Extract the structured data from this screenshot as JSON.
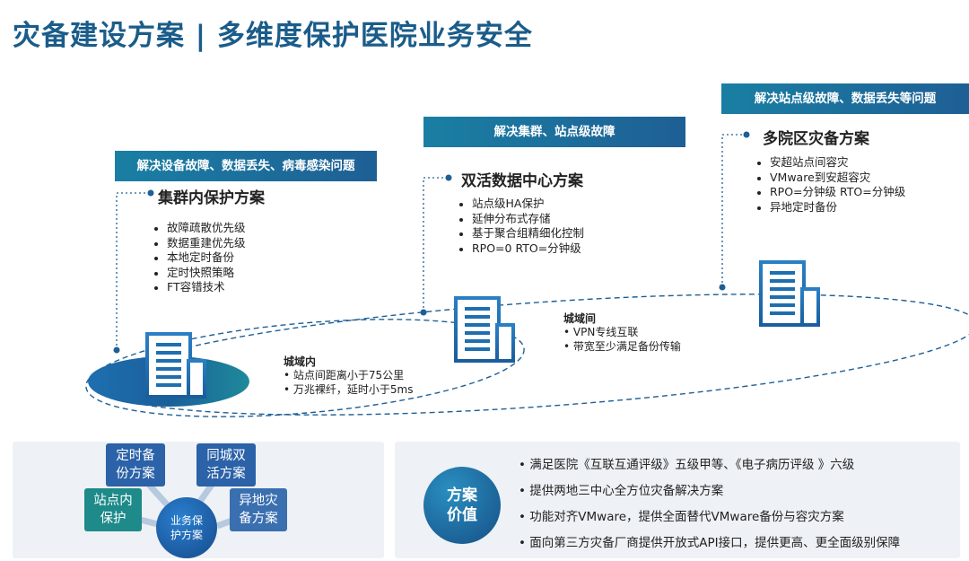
{
  "title": "灾备建设方案 | 多维度保护医院业务安全",
  "solutions": [
    {
      "banner": "解决设备故障、数据丢失、病毒感染问题",
      "title": "集群内保护方案",
      "items": [
        "故障疏散优先级",
        "数据重建优先级",
        "本地定时备份",
        "定时快照策略",
        "FT容错技术"
      ]
    },
    {
      "banner": "解决集群、站点级故障",
      "title": "双活数据中心方案",
      "items": [
        "站点级HA保护",
        "延伸分布式存储",
        "基于聚合组精细化控制",
        "RPO=0 RTO=分钟级"
      ]
    },
    {
      "banner": "解决站点级故障、数据丢失等问题",
      "title": "多院区灾备方案",
      "items": [
        "安超站点间容灾",
        "VMware到安超容灾",
        "RPO=分钟级 RTO=分钟级",
        "异地定时备份"
      ]
    }
  ],
  "notes": {
    "intra_city": {
      "title": "城域内",
      "items": [
        "站点间距离小于75公里",
        "万兆裸纤，延时小于5ms"
      ]
    },
    "inter_city": {
      "title": "城域间",
      "items": [
        "VPN专线互联",
        "带宽至少满足备份传输"
      ]
    }
  },
  "protection": {
    "center": "业务保\n护方案",
    "boxes": {
      "scheduled_backup": "定时备\n份方案",
      "same_city_active": "同城双\n活方案",
      "site_protection": "站点内\n保护",
      "remote_dr": "异地灾\n备方案"
    }
  },
  "value": {
    "label": "方案\n价值",
    "items": [
      "满足医院《互联互通评级》五级甲等、《电子病历评级 》六级",
      "提供两地三中心全方位灾备解决方案",
      "功能对齐VMware，提供全面替代VMware备份与容灾方案",
      "面向第三方灾备厂商提供开放式API接口，提供更高、更全面级别保障"
    ]
  },
  "colors": {
    "title": "#1a5c8a",
    "banner_start": "#1a7fa3",
    "banner_end": "#1e5f95",
    "building": "#1e6fb0",
    "box_blue": "#2b62a8",
    "box_teal": "#1e8a8a",
    "panel_bg": "#eef1f5"
  }
}
